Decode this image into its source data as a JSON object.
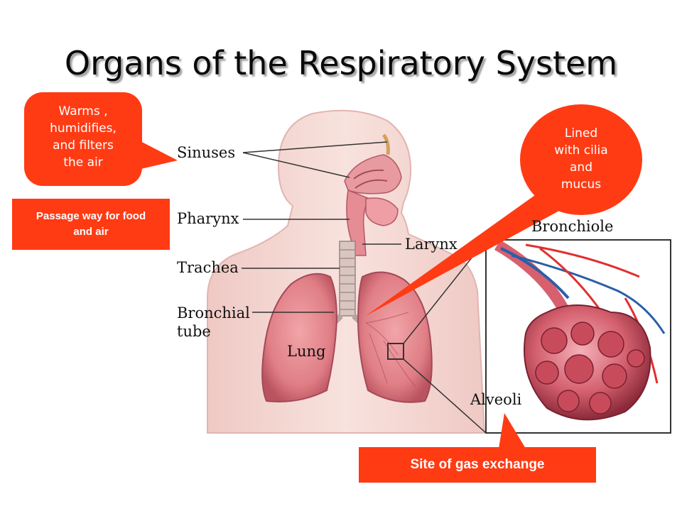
{
  "title": "Organs of the Respiratory System",
  "labels": {
    "sinuses": "Sinuses",
    "pharynx": "Pharynx",
    "larynx": "Larynx",
    "trachea": "Trachea",
    "bronchial_line1": "Bronchial",
    "bronchial_line2": "tube",
    "lung": "Lung",
    "bronchiole": "Bronchiole",
    "alveoli": "Alveoli"
  },
  "callouts": {
    "sinuses": [
      "Warms ,",
      "humidifies,",
      "and filters",
      "the air"
    ],
    "bronchial": [
      "Lined",
      "with cilia",
      "and",
      "mucus"
    ],
    "pharynx": [
      "Passage way for food",
      "and air"
    ],
    "alveoli": "Site of gas exchange"
  },
  "colors": {
    "callout": "#ff3b14",
    "skin": "#f6d9d4",
    "tissue": "#e8868a",
    "lung_dark": "#c85a66",
    "vessel_blue": "#2b5fa8",
    "vessel_red": "#e03030"
  }
}
